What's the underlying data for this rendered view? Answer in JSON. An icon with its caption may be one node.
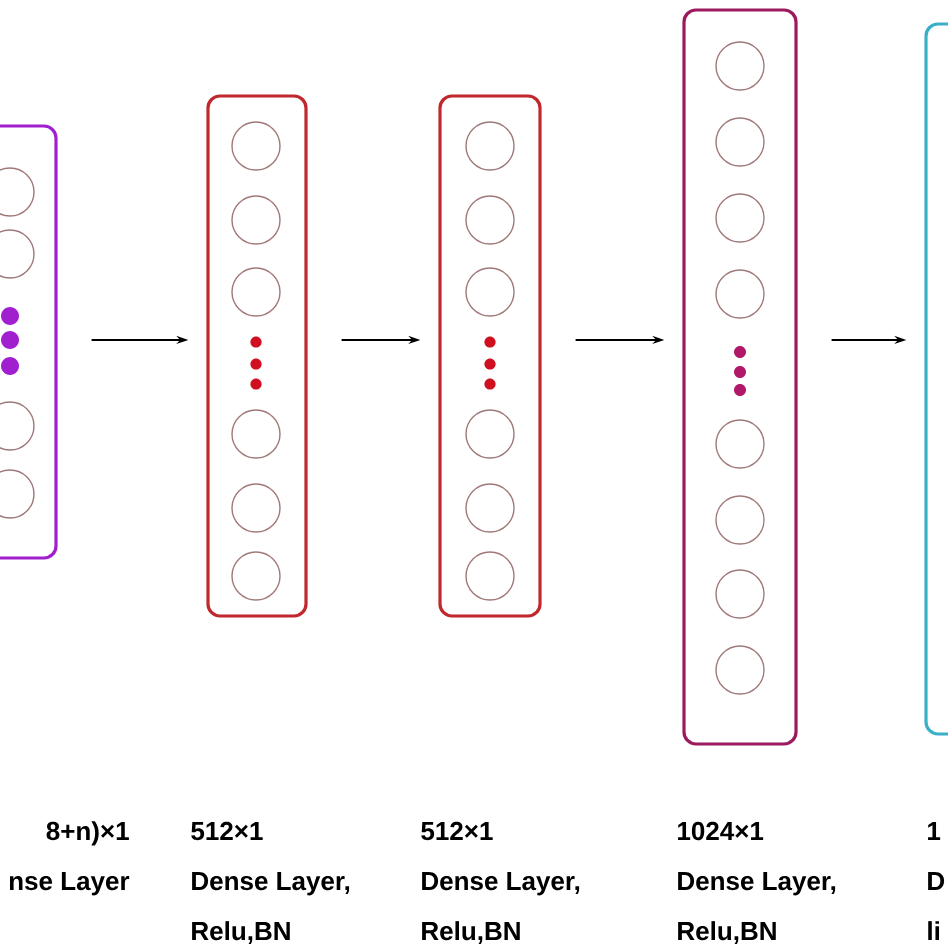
{
  "diagram": {
    "nodes": [
      {
        "text": [],
        "shape": "box",
        "beside": [
          "8+n)×1",
          "nse Layer"
        ]
      },
      {
        "text": [],
        "shape": "box",
        "beside": [
          "512×1",
          "Dense Layer,",
          "Relu,BN"
        ]
      },
      {
        "text": [],
        "shape": "box",
        "beside": [
          "512×1",
          "Dense Layer,",
          "Relu,BN"
        ]
      },
      {
        "text": [],
        "shape": "box",
        "beside": [
          "1024×1",
          "Dense Layer,",
          "Relu,BN"
        ]
      },
      {
        "text": [],
        "shape": "box",
        "beside": [
          "1",
          "D",
          "li"
        ]
      }
    ],
    "edges": [
      {
        "from": 0,
        "to": 1,
        "arrow": "to"
      },
      {
        "from": 1,
        "to": 2,
        "arrow": "to"
      },
      {
        "from": 2,
        "to": 3,
        "arrow": "to"
      },
      {
        "from": 3,
        "to": 4,
        "arrow": "to"
      }
    ]
  }
}
